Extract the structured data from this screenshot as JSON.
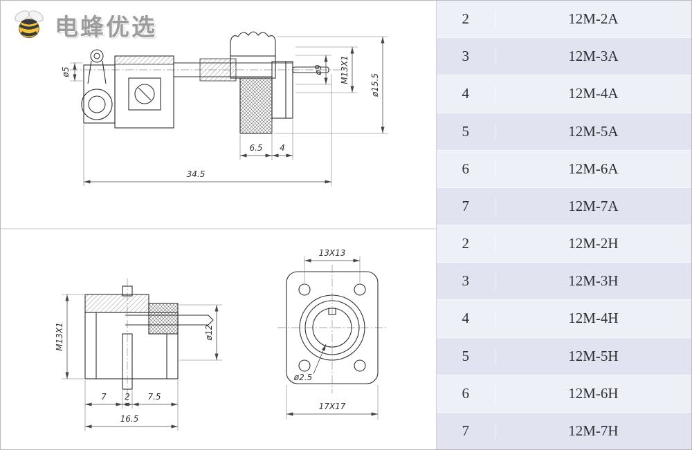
{
  "logo": {
    "brand": "电蜂优选",
    "icon": "bee-icon"
  },
  "table": {
    "rows": [
      {
        "no": "2",
        "model": "12M-2A"
      },
      {
        "no": "3",
        "model": "12M-3A"
      },
      {
        "no": "4",
        "model": "12M-4A"
      },
      {
        "no": "5",
        "model": "12M-5A"
      },
      {
        "no": "6",
        "model": "12M-6A"
      },
      {
        "no": "7",
        "model": "12M-7A"
      },
      {
        "no": "2",
        "model": "12M-2H"
      },
      {
        "no": "3",
        "model": "12M-3H"
      },
      {
        "no": "4",
        "model": "12M-4H"
      },
      {
        "no": "5",
        "model": "12M-5H"
      },
      {
        "no": "6",
        "model": "12M-6H"
      },
      {
        "no": "7",
        "model": "12M-7H"
      }
    ]
  },
  "drawing_top": {
    "dia5": "ø5",
    "dia9": "ø9",
    "thread": "M13X1",
    "dia155": "ø15.5",
    "len65": "6.5",
    "len4": "4",
    "len345": "34.5"
  },
  "drawing_bl": {
    "thread": "M13X1",
    "dia12": "ø12",
    "len7": "7",
    "len2": "2",
    "len75": "7.5",
    "len165": "16.5"
  },
  "drawing_br": {
    "holes": "13X13",
    "dia25": "ø2.5",
    "size": "17X17"
  },
  "colors": {
    "row_light": "#eef0f8",
    "row_dark": "#e1e3f0",
    "line": "#2e2e2e",
    "brand_gray": "#9c9c9c",
    "bee_yellow": "#f3c53a"
  }
}
